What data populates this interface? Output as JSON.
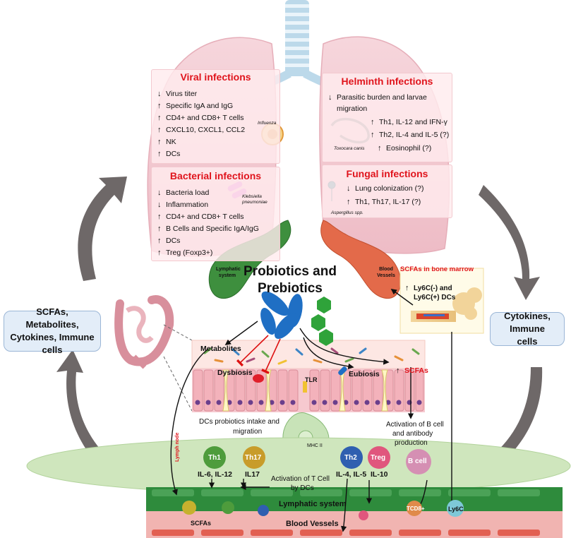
{
  "panels": {
    "viral": {
      "title": "Viral infections",
      "items": [
        {
          "dir": "down",
          "text": "Virus titer"
        },
        {
          "dir": "up",
          "text": "Specific IgA and IgG"
        },
        {
          "dir": "up",
          "text": "CD4+  and CD8+ T cells"
        },
        {
          "dir": "up",
          "text": "CXCL10, CXCL1, CCL2"
        },
        {
          "dir": "up",
          "text": "NK"
        },
        {
          "dir": "up",
          "text": "DCs"
        }
      ],
      "pathogen": "Influenza"
    },
    "helminth": {
      "title": "Helminth infections",
      "items": [
        {
          "dir": "down",
          "text": "Parasitic burden and larvae"
        },
        {
          "dir": "",
          "text": "migration"
        },
        {
          "dir": "up",
          "text": "Th1, IL-12 and IFN-γ"
        },
        {
          "dir": "up",
          "text": "Th2, IL-4 and IL-5 (?)"
        },
        {
          "dir": "up",
          "text": "Eosinophil (?)"
        }
      ],
      "pathogen": "Toxocara canis"
    },
    "bacterial": {
      "title": "Bacterial infections",
      "items": [
        {
          "dir": "down",
          "text": "Bacteria load"
        },
        {
          "dir": "down",
          "text": "Inflammation"
        },
        {
          "dir": "up",
          "text": "CD4+ and CD8+ T cells"
        },
        {
          "dir": "up",
          "text": "B Cells and Specific IgA/IgG"
        },
        {
          "dir": "up",
          "text": "DCs"
        },
        {
          "dir": "up",
          "text": "Treg (Foxp3+)"
        }
      ],
      "pathogen": "Klebsiella pneumoniae"
    },
    "fungal": {
      "title": "Fungal infections",
      "items": [
        {
          "dir": "down",
          "text": "Lung colonization (?)"
        },
        {
          "dir": "up",
          "text": "Th1, Th17, IL-17 (?)"
        }
      ],
      "pathogen": "Aspergillus spp."
    }
  },
  "side": {
    "left": "SCFAs, Metabolites, Cytokines, Immune cells",
    "right": "Cytokines, Immune cells"
  },
  "center": {
    "title_line1": "Probiotics and",
    "title_line2": "Prebiotics",
    "lymphatic_system": "Lymphatic system",
    "blood_vessels": "Blood Vessels"
  },
  "bone_marrow": {
    "title": "SCFAs in bone marrow",
    "line1": "Ly6C(-) and",
    "line2": "Ly6C(+) DCs"
  },
  "gut": {
    "metabolites": "Metabolites",
    "dysbiosis": "Dysbiosis",
    "eubiosis": "Eubiosis",
    "scfas": "SCFAs",
    "tlr": "TLR",
    "dc_intake_line1": "DCs probiotics intake and",
    "dc_intake_line2": "migration",
    "bcell_act_line1": "Activation of B cell",
    "bcell_act_line2": "and antibody",
    "bcell_act_line3": "production",
    "mhc": "MHC II"
  },
  "lymph_node": {
    "label": "Lymph node",
    "th1": "Th1",
    "th17": "Th17",
    "th2": "Th2",
    "treg": "Treg",
    "bcell": "B cell",
    "th1_cyt": "IL-6, IL-12",
    "th17_cyt": "IL17",
    "th2_cyt": "IL-4, IL-5",
    "treg_cyt": "IL-10",
    "act_line1": "Activation of T Cell",
    "act_line2": "by DCs"
  },
  "bottom": {
    "lymphatic": "Lymphatic system",
    "blood": "Blood Vessels",
    "scfas": "SCFAs",
    "tcd8": "TCD8+",
    "ly6c": "Ly6C"
  },
  "colors": {
    "title_red": "#e0141c",
    "probiotic_blue": "#1f6fc4",
    "prebiotic_green": "#2fa33a",
    "lung_pink": "#f2c7cf",
    "panel_bg": "#ffecee",
    "lymph_green": "#3e8f3e",
    "blood_red": "#e36a4a",
    "arrow_grey": "#6e6868"
  }
}
